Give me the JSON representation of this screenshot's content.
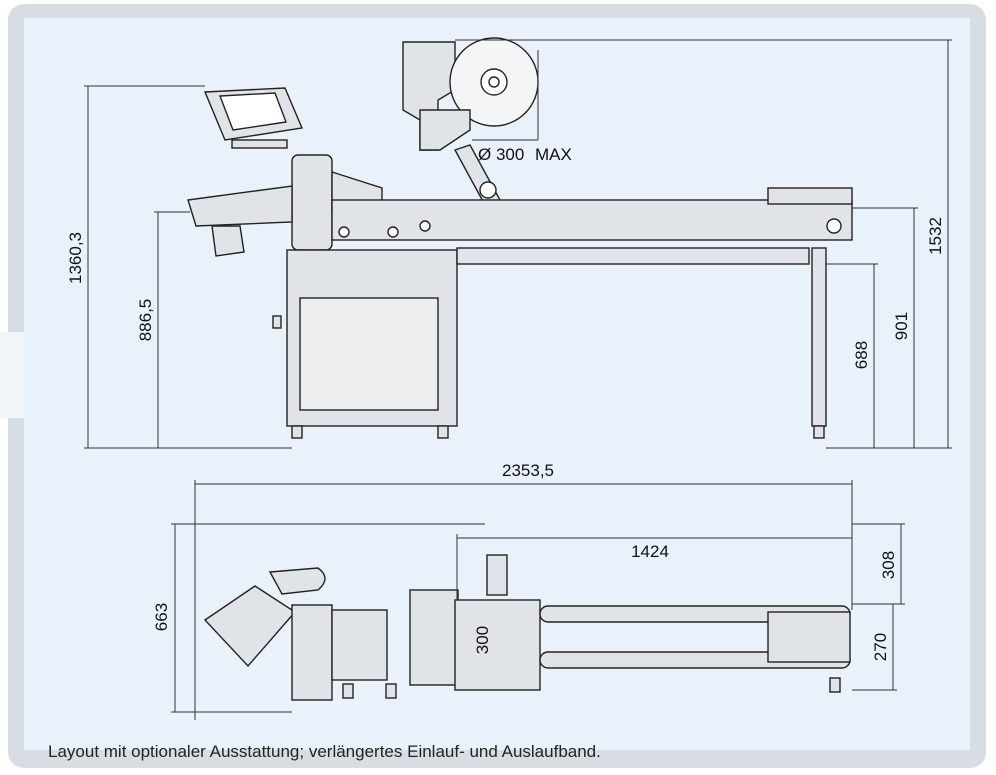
{
  "dimensions": {
    "height_total": "1360,3",
    "height_infeed": "886,5",
    "height_top": "1532",
    "height_belt": "901",
    "height_outfeed": "688",
    "length_total": "2353,5",
    "length_belt": "1424",
    "width_total": "663",
    "width_upper": "308",
    "width_lower": "270",
    "roll_width": "300",
    "roll_diameter": "Ø 300",
    "roll_diameter_unit": "MAX"
  },
  "caption": "Layout mit optionaler Ausstattung; verlängertes Einlauf- und Auslaufband.",
  "colors": {
    "frame": "#d8dde3",
    "panel": "#e9f2fb",
    "line": "#222222",
    "machine": "#cfd3d8"
  }
}
